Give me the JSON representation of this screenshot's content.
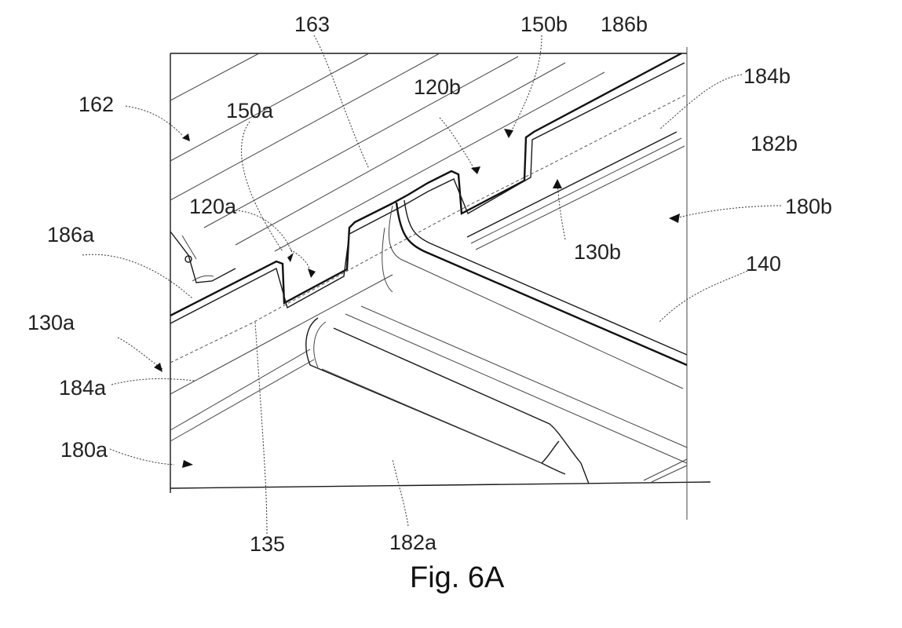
{
  "figure": {
    "caption": "Fig. 6A",
    "labels": {
      "l163": "163",
      "l150b": "150b",
      "l186b": "186b",
      "l184b": "184b",
      "l162": "162",
      "l150a": "150a",
      "l120b": "120b",
      "l182b": "182b",
      "l120a": "120a",
      "l180b": "180b",
      "l186a": "186a",
      "l130b": "130b",
      "l140": "140",
      "l130a": "130a",
      "l184a": "184a",
      "l180a": "180a",
      "l135": "135",
      "l182a": "182a"
    }
  }
}
